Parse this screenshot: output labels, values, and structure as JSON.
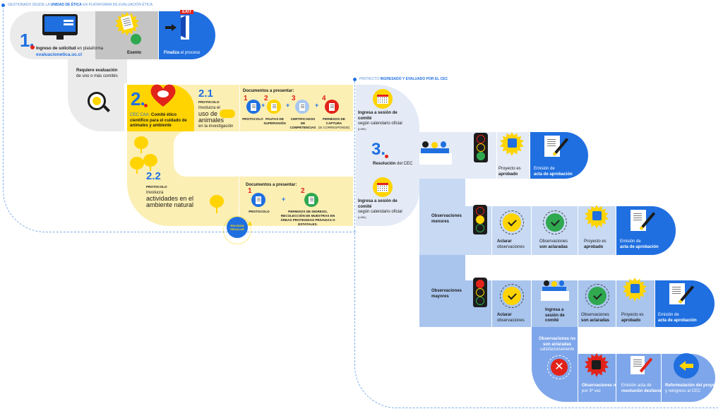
{
  "header_note": {
    "prefix": "GESTIONADO DESDE LA ",
    "bold": "UNIDAD DE ÉTICA",
    "suffix": " EN PLATAFORMA DE EVALUACIÓN ÉTICA"
  },
  "step1": {
    "number": "1.",
    "title_bold": "Ingreso de solicitud",
    "title_rest": " en plataforma",
    "link": "evaluacionetica.uc.cl",
    "exempt_label": "Exento",
    "exit_badge": "EXIT",
    "finish_bold": "Finaliza",
    "finish_rest": " el proceso",
    "requires_bold": "Requiere evaluación",
    "requires_rest": "de uno o más comités"
  },
  "step2": {
    "number": "2.",
    "cec_prefix": "CEC CAA: ",
    "cec_bold": "Comité ético científico para el cuidado de animales y ambiente",
    "sub1": {
      "number": "2.1",
      "label": "PROTOCOLO",
      "line1": "Involucra el",
      "big": "uso de animales",
      "line2": "en la investigación",
      "docs_title": "Documentos a presentar:",
      "docs": [
        {
          "n": "1",
          "label": "PROTOCOLO",
          "color": "#1f6fe0"
        },
        {
          "n": "2",
          "label": "PAUTAS DE SUPERVISIÓN",
          "color": "#ffd400"
        },
        {
          "n": "3",
          "label": "CERTIFICADOS DE COMPETENCIAS",
          "color": "#a9c8f0"
        },
        {
          "n": "4",
          "label": "PERMISOS DE CAPTURA",
          "note": "(SI CORRESPONDE)",
          "color": "#e2231a"
        }
      ]
    },
    "sub2": {
      "number": "2.2",
      "label": "PROTOCOLO",
      "line1": "Involucra",
      "big": "actividades en el ambiente natural",
      "docs_title": "Documentos a presentar:",
      "docs": [
        {
          "n": "1",
          "label": "PROTOCOLO",
          "color": "#1f6fe0"
        },
        {
          "n": "2",
          "label": "PERMISOS DE INGRESO, RECOLECCIÓN DE MUESTRAS EN ÁREAS PROTEGIDAS PRIVADAS O ESTATALES.",
          "color": "#2fa84f"
        }
      ]
    },
    "review_badge": "REVISIÓN REGULAR"
  },
  "step3_note": {
    "prefix": "PROYECTO ",
    "bold": "INGRESADO Y EVALUADO POR EL CEC"
  },
  "step3": {
    "session_top": {
      "bold": "Ingresa a sesión de comité",
      "rest": "según calendario oficial",
      "small": "(LINK)"
    },
    "session_bottom": {
      "bold": "Ingresa a sesión de comité",
      "rest": "según calendario oficial",
      "small": "(LINK)"
    },
    "number": "3.",
    "resolution_bold": "Resolución",
    "resolution_rest": " del CEC"
  },
  "row_approved": {
    "approved_rest": "Proyecto es",
    "approved_bold": "aprobado",
    "act_rest": "Emisión de",
    "act_bold": "acta de aprobación"
  },
  "row_minor": {
    "title": "Observaciones menores",
    "clarify_bold": "Aclarar",
    "clarify_rest": "observaciones",
    "cleared_rest": "Observaciones",
    "cleared_bold": "son aclaradas",
    "approved_rest": "Proyecto es",
    "approved_bold": "aprobado",
    "act_rest": "Emisión de",
    "act_bold": "acta de aprobación"
  },
  "row_major": {
    "title": "Observaciones mayores",
    "clarify_bold": "Aclarar",
    "clarify_rest": "observaciones",
    "session_bold": "Ingresa a sesión de comité",
    "cleared_rest": "Observaciones",
    "cleared_bold": "son aclaradas",
    "approved_rest": "Proyecto es",
    "approved_bold": "aprobado",
    "act_rest": "Emisión de",
    "act_bold": "acta de aprobación"
  },
  "row_rejected": {
    "not_cleared_bold": "Observaciones no son aclaradas",
    "not_cleared_rest": "satisfactoriamente",
    "major3_bold": "Observaciones mayores",
    "major3_rest": "por 3ª vez",
    "unfav_rest": "Emisión acta de",
    "unfav_bold": "resolución desfavorable",
    "reform_bold": "Reformulación del proyecto",
    "reform_rest": "y reingreso al CEC"
  },
  "colors": {
    "blue": "#1f6fe0",
    "yellow": "#ffd400",
    "pale_yellow": "#fcefb4",
    "gray": "#e8e8e8",
    "mid_gray": "#c4c4c4",
    "pale_blue": "#dfe7f5",
    "light_blue": "#c7d9f3",
    "med_blue": "#a9c5ee",
    "strong_blue": "#7ea6ea",
    "red": "#e2231a",
    "green": "#2fa84f"
  }
}
